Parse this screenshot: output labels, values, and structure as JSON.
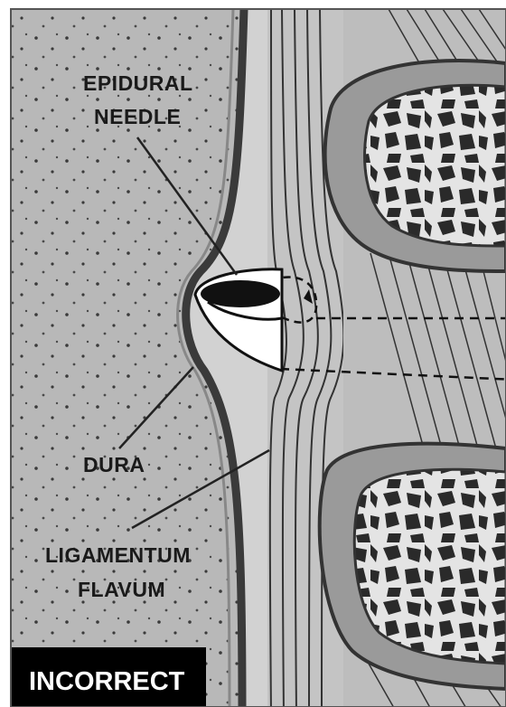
{
  "labels": {
    "needle_line1": "EPIDURAL",
    "needle_line2": "NEEDLE",
    "dura": "DURA",
    "ligamentum_line1": "LIGAMENTUM",
    "ligamentum_line2": "FLAVUM"
  },
  "badge": {
    "text": "INCORRECT"
  },
  "colors": {
    "background_tissue": "#b8b8b8",
    "epidural_space": "#d2d2d2",
    "ligament": "#c4c4c4",
    "bone_outline": "#444444",
    "bone_cortex": "#9a9a9a",
    "bone_marrow": "#e4e4e4",
    "trabeculae": "#2a2a2a",
    "badge_background": "#000000"
  }
}
